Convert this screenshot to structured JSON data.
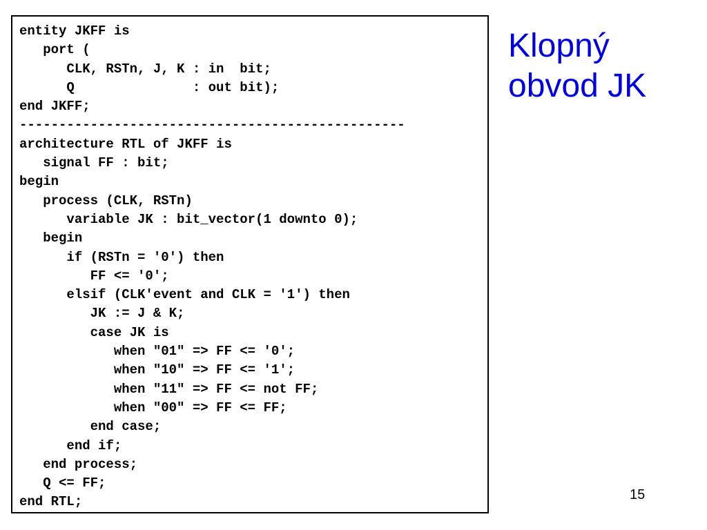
{
  "slide": {
    "title_lines": [
      "Klopný",
      "obvod JK"
    ],
    "page_number": "15",
    "title_color": "#0000e0"
  },
  "code": {
    "lines": [
      "entity JKFF is",
      "   port (",
      "      CLK, RSTn, J, K : in  bit;",
      "      Q               : out bit);",
      "end JKFF;",
      "-------------------------------------------------",
      "architecture RTL of JKFF is",
      "   signal FF : bit;",
      "begin",
      "   process (CLK, RSTn)",
      "      variable JK : bit_vector(1 downto 0);",
      "   begin",
      "      if (RSTn = '0') then",
      "         FF <= '0';",
      "      elsif (CLK'event and CLK = '1') then",
      "         JK := J & K;",
      "         case JK is",
      "            when \"01\" => FF <= '0';",
      "            when \"10\" => FF <= '1';",
      "            when \"11\" => FF <= not FF;",
      "            when \"00\" => FF <= FF;",
      "         end case;",
      "      end if;",
      "   end process;",
      "   Q <= FF;",
      "end RTL;"
    ]
  }
}
